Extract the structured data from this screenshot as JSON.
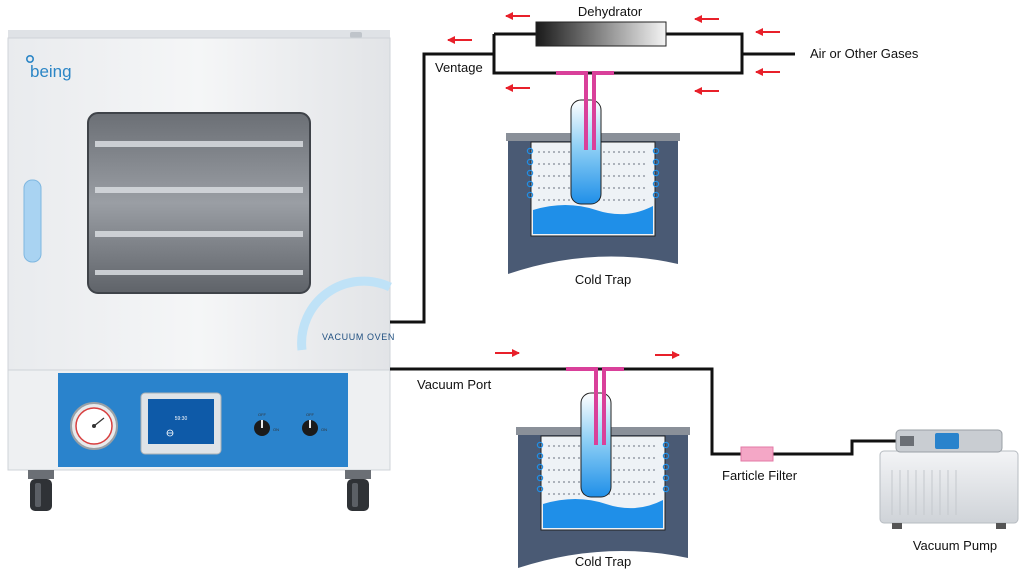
{
  "labels": {
    "dehydrator": "Dehydrator",
    "gases": "Air or Other Gases",
    "ventage": "Ventage",
    "cold_trap_top": "Cold Trap",
    "vacuum_port": "Vacuum Port",
    "particle_filter": "Farticle Filter",
    "cold_trap_bottom": "Cold Trap",
    "vacuum_pump": "Vacuum Pump"
  },
  "oven": {
    "brand": "being",
    "model": "VACUUM OVEN",
    "switch_off": "OFF",
    "switch_on": "ON",
    "screen_value": "59:30"
  },
  "colors": {
    "flow_arrow": "#e8202a",
    "tubing": "#111111",
    "trap_tube": "#d9409a",
    "water": "#1f8fe8",
    "panel_blue": "#2a83cc",
    "trap_vessel": "#4a5a74"
  },
  "icons": [
    "flow-arrow-icon",
    "pressure-gauge-icon",
    "fan-icon"
  ]
}
